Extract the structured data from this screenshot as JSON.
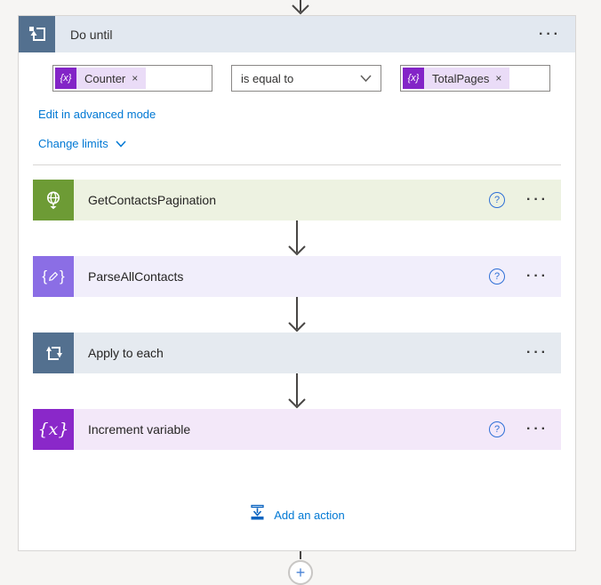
{
  "header": {
    "title": "Do until",
    "menu": "···"
  },
  "condition": {
    "left": {
      "fx": "{x}",
      "token": "Counter",
      "remove": "×"
    },
    "operator": "is equal to",
    "right": {
      "fx": "{x}",
      "token": "TotalPages",
      "remove": "×"
    }
  },
  "links": {
    "edit_advanced": "Edit in advanced mode",
    "change_limits": "Change limits"
  },
  "actions": [
    {
      "title": "GetContactsPagination",
      "icon": "http-globe-icon",
      "help": "?",
      "menu": "···"
    },
    {
      "title": "ParseAllContacts",
      "icon": "parse-json-icon",
      "help": "?",
      "menu": "···"
    },
    {
      "title": "Apply to each",
      "icon": "apply-to-each-icon",
      "menu": "···"
    },
    {
      "title": "Increment variable",
      "icon": "variable-fx-icon",
      "fx": "{x}",
      "help": "?",
      "menu": "···"
    }
  ],
  "footer": {
    "add_action": "Add an action",
    "plus": "+"
  },
  "colors": {
    "accent_link": "#0078d4",
    "header_bar": "#e2e8f0",
    "loop_icon_bg": "#53708f",
    "http_icon_bg": "#6d9b35",
    "http_bar_bg": "#edf2e1",
    "parse_icon_bg": "#8b6ee5",
    "parse_bar_bg": "#f1eefb",
    "apply_bar_bg": "#e5eaf0",
    "variable_icon_bg": "#8a28c9",
    "variable_bar_bg": "#f3e8f9",
    "token_square": "#8324c7",
    "token_pill": "#eadcf7",
    "arrow": "#484644"
  }
}
